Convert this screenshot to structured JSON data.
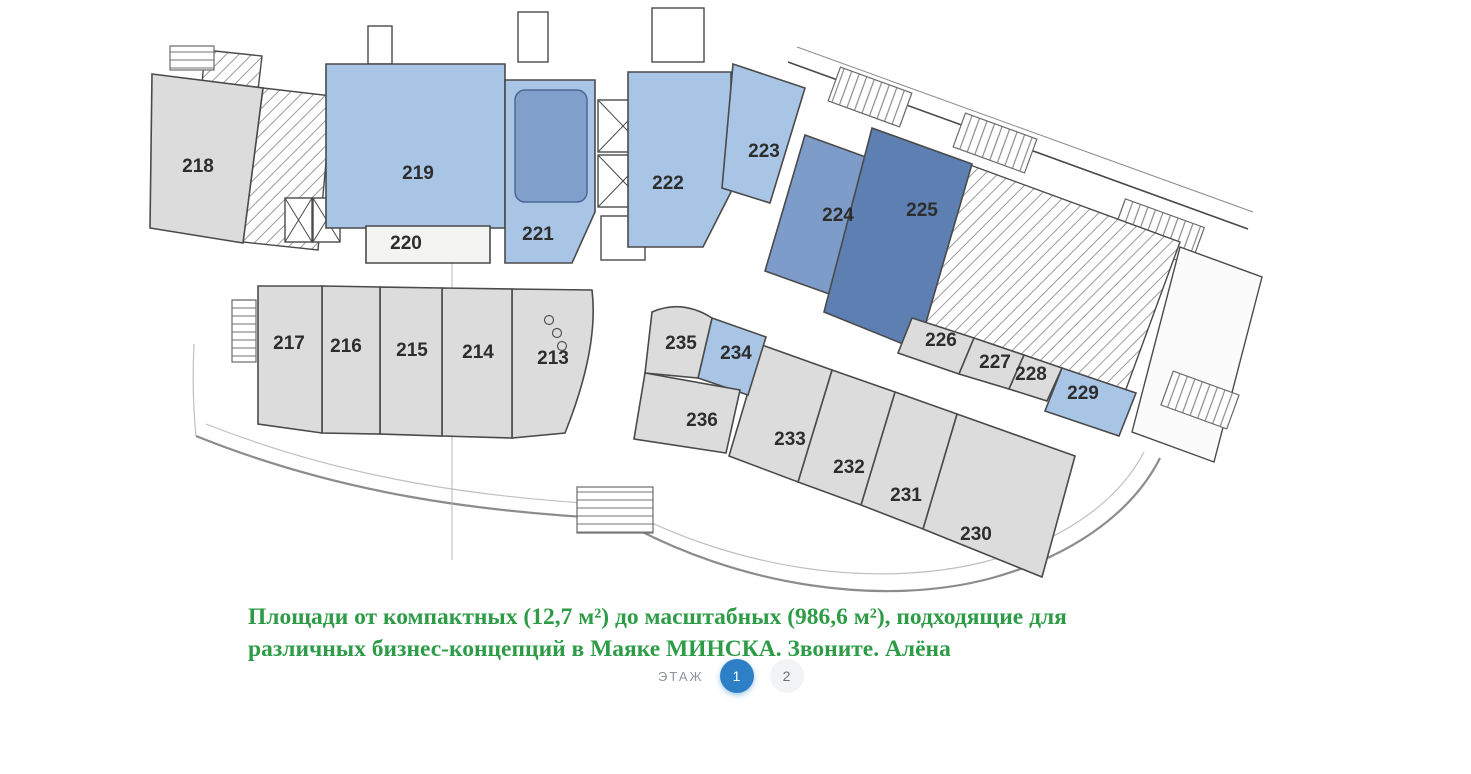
{
  "floorplan": {
    "units": [
      {
        "label": "213",
        "status": "gray"
      },
      {
        "label": "214",
        "status": "gray"
      },
      {
        "label": "215",
        "status": "gray"
      },
      {
        "label": "216",
        "status": "gray"
      },
      {
        "label": "217",
        "status": "gray"
      },
      {
        "label": "218",
        "status": "gray"
      },
      {
        "label": "219",
        "status": "available"
      },
      {
        "label": "220",
        "status": "white"
      },
      {
        "label": "221",
        "status": "available"
      },
      {
        "label": "222",
        "status": "available"
      },
      {
        "label": "223",
        "status": "available"
      },
      {
        "label": "224",
        "status": "available_medium"
      },
      {
        "label": "225",
        "status": "available_dark"
      },
      {
        "label": "226",
        "status": "gray"
      },
      {
        "label": "227",
        "status": "gray"
      },
      {
        "label": "228",
        "status": "gray"
      },
      {
        "label": "229",
        "status": "available"
      },
      {
        "label": "230",
        "status": "gray"
      },
      {
        "label": "231",
        "status": "gray"
      },
      {
        "label": "232",
        "status": "gray"
      },
      {
        "label": "233",
        "status": "gray"
      },
      {
        "label": "234",
        "status": "available"
      },
      {
        "label": "235",
        "status": "gray"
      },
      {
        "label": "236",
        "status": "gray"
      }
    ]
  },
  "caption": {
    "line1": "Площади от компактных (12,7 м²) до масштабных (986,6 м²), подходящие для",
    "line2": "различных бизнес-концепций в Маяке МИНСКА. Звоните. Алёна"
  },
  "floor_selector": {
    "label": "ЭТАЖ",
    "floors": [
      {
        "label": "1",
        "active": true
      },
      {
        "label": "2",
        "active": false
      }
    ]
  },
  "colors": {
    "status": {
      "available": "#a9c5e6",
      "available_medium": "#7e9cc9",
      "available_dark": "#5d7fb2",
      "gray": "#dcdcdc",
      "white": "#f3f3f1"
    },
    "caption_green": "#2e9c47",
    "active_floor_blue": "#2e80c6",
    "wall": "#4a4a4a"
  }
}
